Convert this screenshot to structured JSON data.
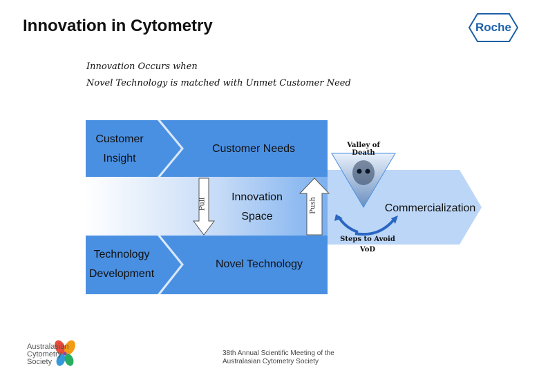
{
  "header": {
    "title": "Innovation in Cytometry",
    "logo_text": "Roche"
  },
  "subtitle": {
    "line1": "Innovation Occurs when",
    "line2": "Novel Technology is matched with Unmet Customer Need"
  },
  "diagram": {
    "customer_insight": [
      "Customer",
      "Insight"
    ],
    "customer_needs": "Customer Needs",
    "innovation_space": [
      "Innovation",
      "Space"
    ],
    "technology_development": [
      "Technology",
      "Development"
    ],
    "novel_technology": "Novel Technology",
    "pull": "Pull",
    "push": "Push",
    "valley_of_death": "Valley of Death",
    "steps_to_avoid": [
      "Steps to Avoid",
      "VoD"
    ],
    "commercialization": "Commercialization"
  },
  "footer": {
    "society_logo": [
      "Australasian",
      "Cytometry",
      "Society"
    ],
    "meeting": [
      "38th Annual Scientific Meeting of the",
      "Australasian Cytometry Society"
    ]
  },
  "colors": {
    "primary_blue": "#4a90e2",
    "light_blue": "#bcd6f7",
    "roche_blue": "#1c5fa8"
  }
}
